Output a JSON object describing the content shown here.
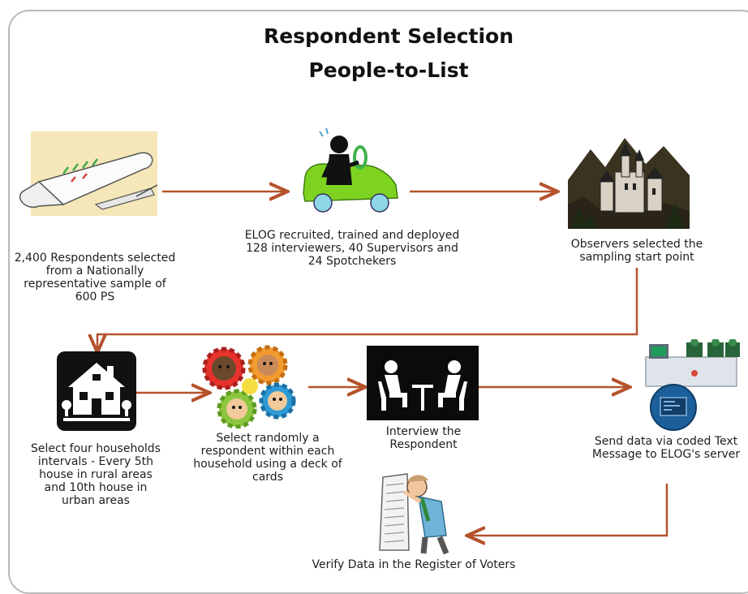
{
  "title": {
    "line1": "Respondent Selection",
    "line2": "People-to-List"
  },
  "steps": [
    {
      "id": "respondents",
      "caption": "2,400 Respondents selected from a Nationally representative sample of 600 PS"
    },
    {
      "id": "recruitment",
      "caption": "ELOG recruited, trained and deployed 128 interviewers, 40 Supervisors and 24 Spotchekers"
    },
    {
      "id": "start-point",
      "caption": "Observers selected the sampling start point"
    },
    {
      "id": "households",
      "caption": "Select four households intervals - Every 5th house in rural areas and 10th house in urban areas"
    },
    {
      "id": "random-respondent",
      "caption": "Select randomly a respondent within each household using a deck of cards"
    },
    {
      "id": "interview",
      "caption": "Interview the Respondent"
    },
    {
      "id": "send-data",
      "caption": "Send data via coded Text Message to ELOG's server"
    },
    {
      "id": "verify",
      "caption": "Verify Data in the Register of Voters"
    }
  ],
  "colors": {
    "arrow": "#b5522c",
    "car": "#7ed321",
    "border": "#b9b9b9"
  },
  "icons": [
    "scroll-icon",
    "car-driver-icon",
    "castle-icon",
    "house-icon",
    "gears-faces-icon",
    "interview-icon",
    "server-computer-icon",
    "frustrated-man-icon"
  ]
}
